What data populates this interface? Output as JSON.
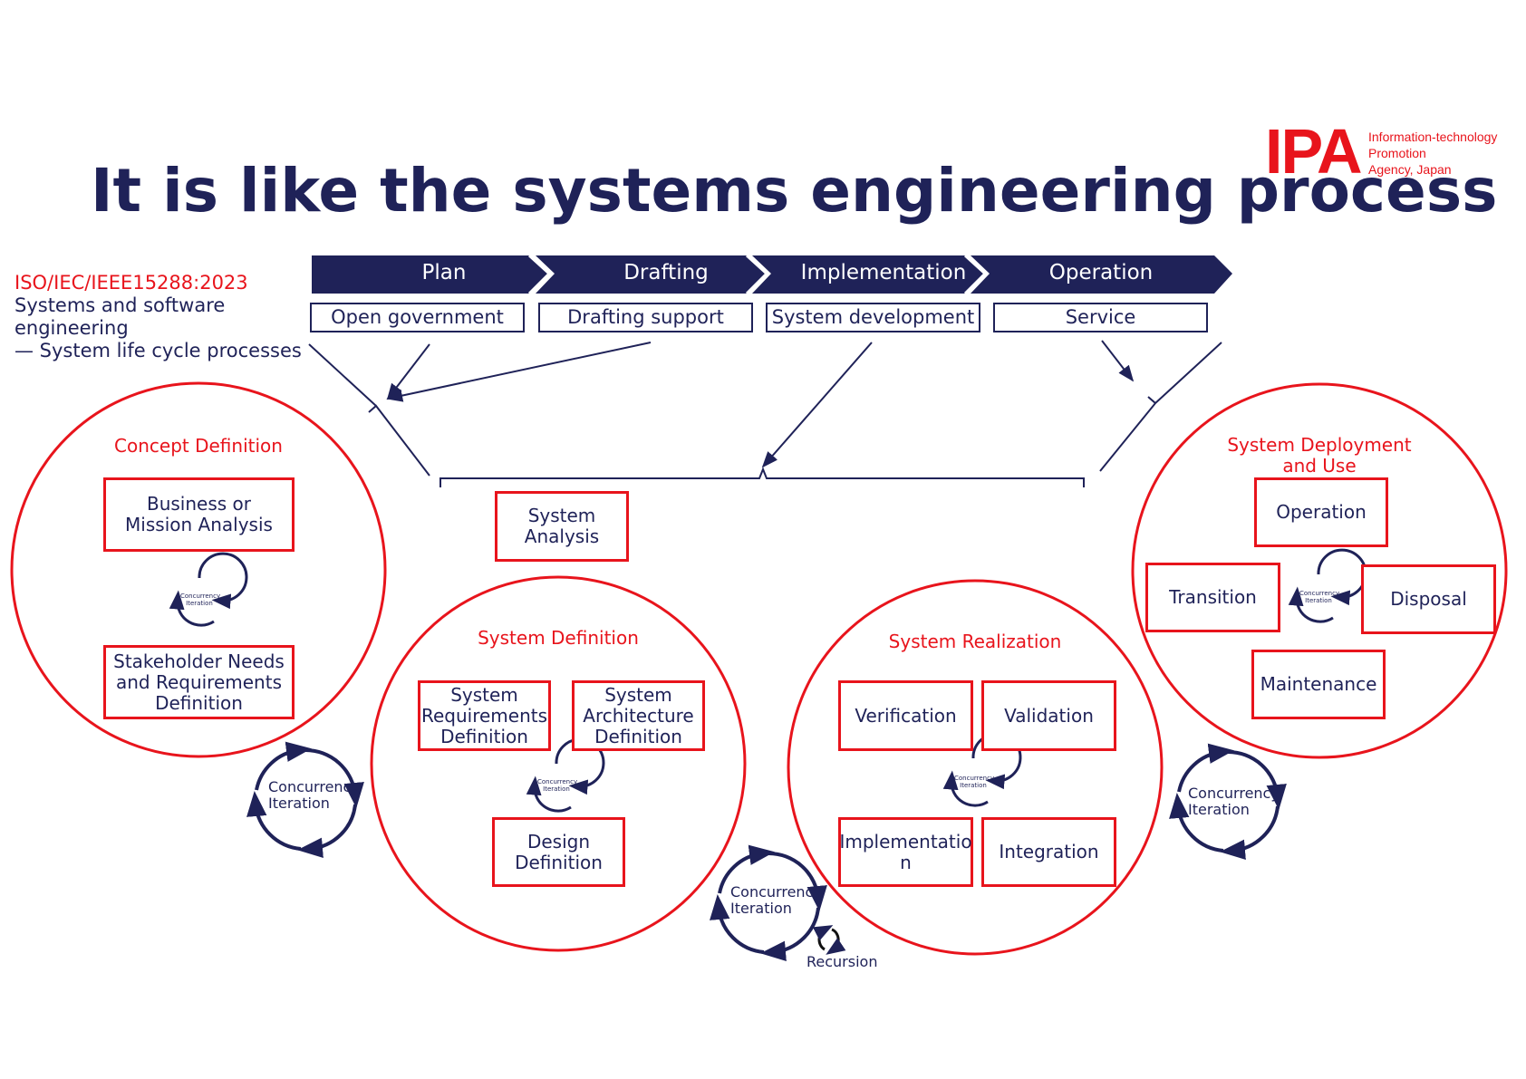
{
  "title": "It is like the systems engineering process",
  "logo": {
    "mark": "IPA",
    "lines": [
      "Information-technology",
      "Promotion",
      "Agency, Japan"
    ]
  },
  "standard": {
    "code": "ISO/IEC/IEEE15288:2023",
    "lines": [
      "Systems and software",
      "engineering",
      "— System life cycle processes"
    ]
  },
  "phases": [
    "Plan",
    "Drafting",
    "Implementation",
    "Operation"
  ],
  "phase_subs": [
    "Open government",
    "Drafting support",
    "System development",
    "Service"
  ],
  "system_analysis": [
    "System",
    "Analysis"
  ],
  "groups": {
    "concept": {
      "title": "Concept Definition",
      "boxes": [
        [
          "Business or",
          "Mission Analysis"
        ],
        [
          "Stakeholder Needs",
          "and Requirements",
          "Definition"
        ]
      ]
    },
    "definition": {
      "title": "System Definition",
      "boxes": [
        [
          "System",
          "Requirements",
          "Definition"
        ],
        [
          "System",
          "Architecture",
          "Definition"
        ],
        [
          "Design",
          "Definition"
        ]
      ]
    },
    "realization": {
      "title": "System Realization",
      "boxes": [
        [
          "Verification"
        ],
        [
          "Validation"
        ],
        [
          "Implementatio",
          "n"
        ],
        [
          "Integration"
        ]
      ]
    },
    "deployment": {
      "title_lines": [
        "System Deployment",
        "and Use"
      ],
      "boxes": [
        [
          "Operation"
        ],
        [
          "Transition"
        ],
        [
          "Disposal"
        ],
        [
          "Maintenance"
        ]
      ]
    }
  },
  "concurrency": [
    "Concurrency",
    "Iteration"
  ],
  "recursion": "Recursion",
  "colors": {
    "navy": "#1f2258",
    "red": "#e8141c",
    "white": "#ffffff"
  }
}
